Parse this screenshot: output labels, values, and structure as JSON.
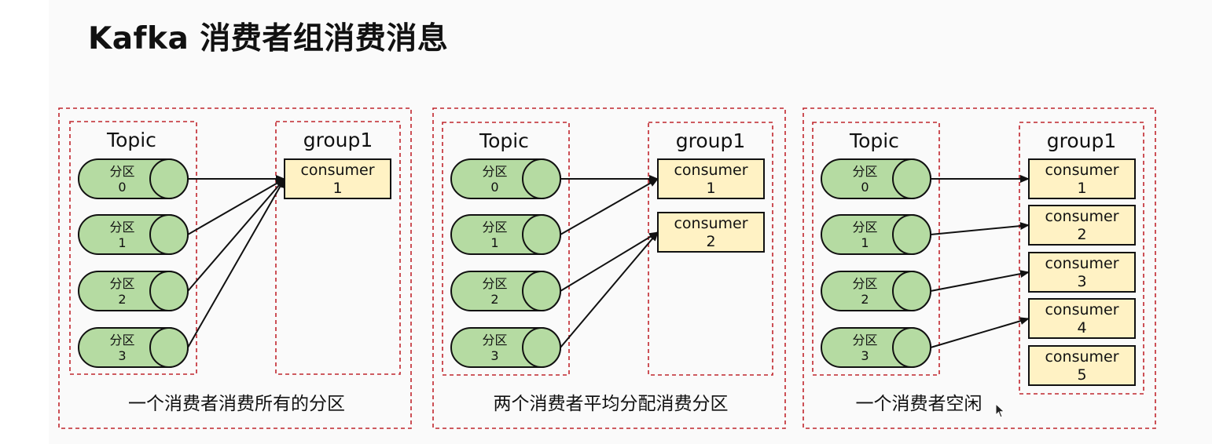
{
  "title": "Kafka 消费者组消费消息",
  "colors": {
    "border": "#c0262d",
    "partition_fill": "#b5dba2",
    "consumer_fill": "#fff2c4",
    "stroke": "#111111"
  },
  "icons": {
    "cursor": "mouse-pointer-icon"
  },
  "panels": [
    {
      "topic_label": "Topic",
      "group_label": "group1",
      "caption": "一个消费者消费所有的分区",
      "partitions": [
        {
          "label": "分区",
          "index": "0"
        },
        {
          "label": "分区",
          "index": "1"
        },
        {
          "label": "分区",
          "index": "2"
        },
        {
          "label": "分区",
          "index": "3"
        }
      ],
      "consumers": [
        {
          "label": "consumer",
          "index": "1"
        }
      ],
      "assignments": [
        [
          0,
          0
        ],
        [
          1,
          0
        ],
        [
          2,
          0
        ],
        [
          3,
          0
        ]
      ]
    },
    {
      "topic_label": "Topic",
      "group_label": "group1",
      "caption": "两个消费者平均分配消费分区",
      "partitions": [
        {
          "label": "分区",
          "index": "0"
        },
        {
          "label": "分区",
          "index": "1"
        },
        {
          "label": "分区",
          "index": "2"
        },
        {
          "label": "分区",
          "index": "3"
        }
      ],
      "consumers": [
        {
          "label": "consumer",
          "index": "1"
        },
        {
          "label": "consumer",
          "index": "2"
        }
      ],
      "assignments": [
        [
          0,
          0
        ],
        [
          1,
          0
        ],
        [
          2,
          1
        ],
        [
          3,
          1
        ]
      ]
    },
    {
      "topic_label": "Topic",
      "group_label": "group1",
      "caption": "一个消费者空闲",
      "partitions": [
        {
          "label": "分区",
          "index": "0"
        },
        {
          "label": "分区",
          "index": "1"
        },
        {
          "label": "分区",
          "index": "2"
        },
        {
          "label": "分区",
          "index": "3"
        }
      ],
      "consumers": [
        {
          "label": "consumer",
          "index": "1"
        },
        {
          "label": "consumer",
          "index": "2"
        },
        {
          "label": "consumer",
          "index": "3"
        },
        {
          "label": "consumer",
          "index": "4"
        },
        {
          "label": "consumer",
          "index": "5"
        }
      ],
      "assignments": [
        [
          0,
          0
        ],
        [
          1,
          1
        ],
        [
          2,
          2
        ],
        [
          3,
          3
        ]
      ]
    }
  ]
}
